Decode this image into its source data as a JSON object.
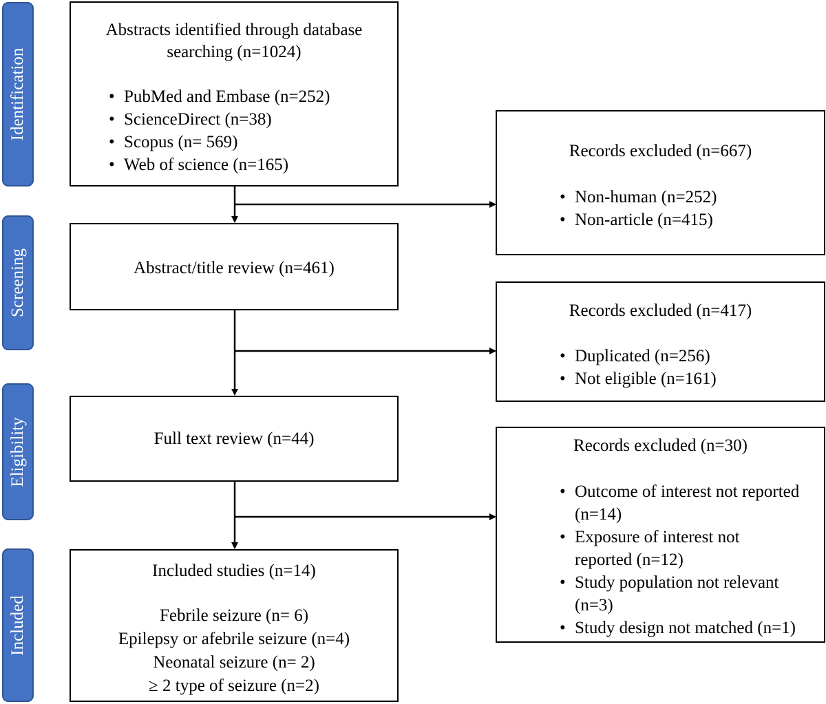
{
  "stages": {
    "identification": "Identification",
    "screening": "Screening",
    "eligibility": "Eligibility",
    "included": "Included"
  },
  "identification_box": {
    "title_line1": "Abstracts identified through database",
    "title_line2": "searching (n=1024)",
    "items": [
      "PubMed and Embase (n=252)",
      "ScienceDirect (n=38)",
      "Scopus (n= 569)",
      "Web of science (n=165)"
    ]
  },
  "excluded_1": {
    "title": "Records excluded (n=667)",
    "items": [
      "Non-human (n=252)",
      "Non-article (n=415)"
    ]
  },
  "screening_box": {
    "title": "Abstract/title review (n=461)"
  },
  "excluded_2": {
    "title": "Records excluded (n=417)",
    "items": [
      "Duplicated (n=256)",
      "Not eligible (n=161)"
    ]
  },
  "eligibility_box": {
    "title": "Full text review (n=44)"
  },
  "excluded_3": {
    "title": "Records excluded (n=30)",
    "items": [
      "Outcome of interest not reported (n=14)",
      "Exposure of interest not reported (n=12)",
      "Study population not relevant (n=3)",
      "Study design not matched (n=1)"
    ]
  },
  "included_box": {
    "title": "Included studies (n=14)",
    "lines": [
      "Febrile seizure (n= 6)",
      "Epilepsy or afebrile seizure (n=4)",
      "Neonatal seizure (n= 2)",
      "≥ 2 type of seizure (n=2)"
    ]
  }
}
